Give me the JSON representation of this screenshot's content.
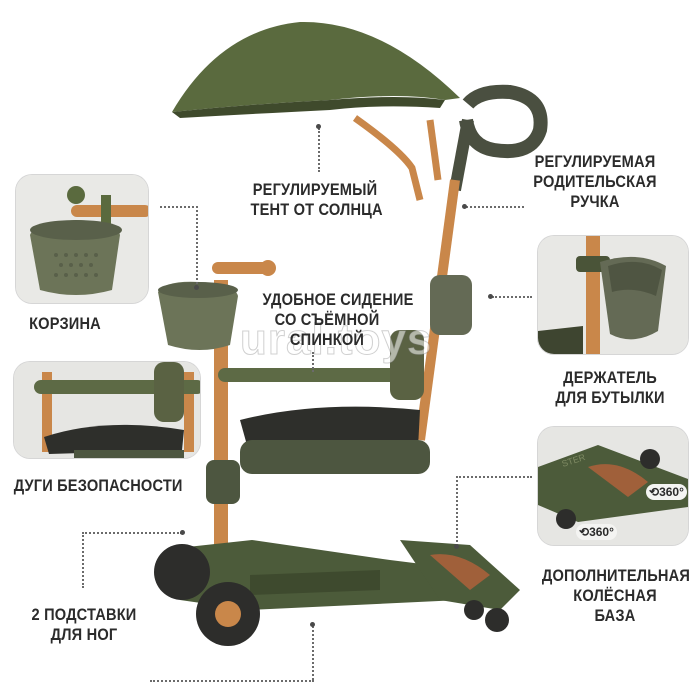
{
  "labels": {
    "canopy": [
      "РЕГУЛИРУЕМЫЙ",
      "ТЕНТ ОТ СОЛНЦА"
    ],
    "handle": [
      "РЕГУЛИРУЕМАЯ",
      "РОДИТЕЛЬСКАЯ",
      "РУЧКА"
    ],
    "basket": [
      "КОРЗИНА"
    ],
    "seat": [
      "УДОБНОЕ СИДЕНИЕ",
      "СО СЪЁМНОЙ",
      "СПИНКОЙ"
    ],
    "bottle": [
      "ДЕРЖАТЕЛЬ",
      "ДЛЯ БУТЫЛКИ"
    ],
    "arcs": [
      "ДУГИ БЕЗОПАСНОСТИ"
    ],
    "footrests": [
      "2 ПОДСТАВКИ",
      "ДЛЯ НОГ"
    ],
    "base": [
      "ДОПОЛНИТЕЛЬНАЯ",
      "КОЛЁСНАЯ",
      "БАЗА"
    ]
  },
  "badges": {
    "rotate1": "360°",
    "rotate2": "360°"
  },
  "watermark": "ural.toys",
  "colors": {
    "olive": "#5a6a3e",
    "olive_dark": "#3f4a2c",
    "bronze": "#c9874a",
    "text": "#2b2b2b"
  }
}
